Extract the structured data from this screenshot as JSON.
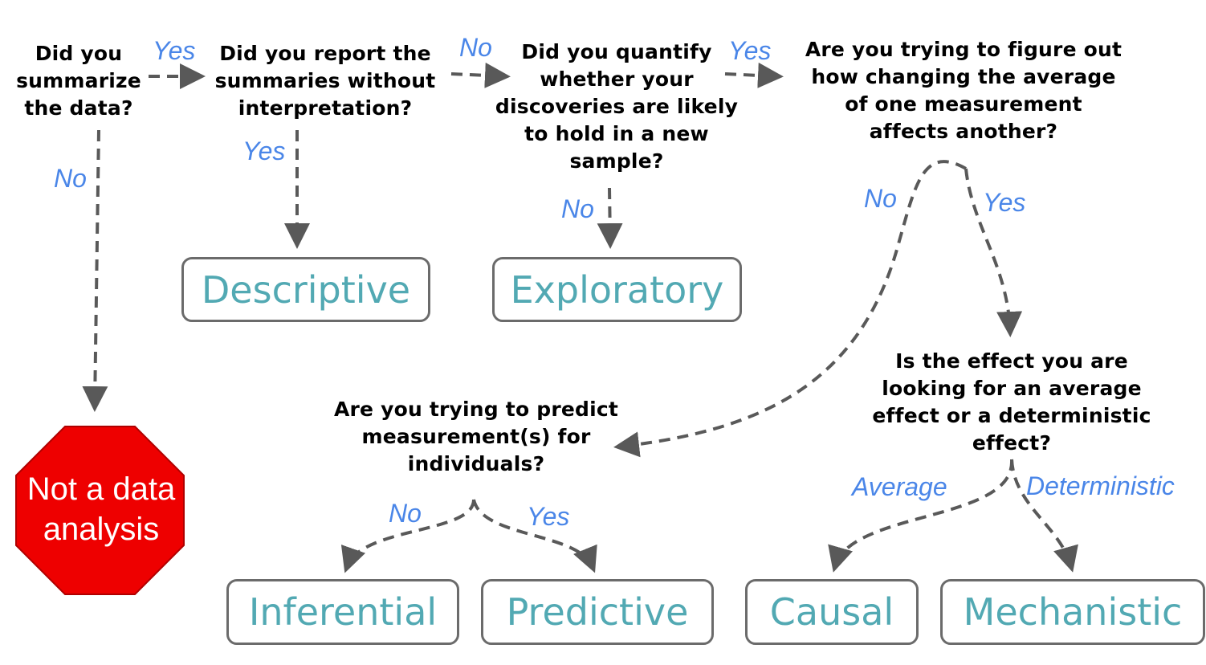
{
  "questions": {
    "q1": "Did you\nsummarize\nthe data?",
    "q2": "Did you report the\nsummaries without\ninterpretation?",
    "q3": "Did you quantify\nwhether your\ndiscoveries are likely\nto hold in a new\nsample?",
    "q4": "Are you trying to figure out\nhow changing the average\nof one measurement\naffects another?",
    "q5": "Is the effect you are\nlooking for an average\neffect or a deterministic\neffect?",
    "q6": "Are you trying to predict\nmeasurement(s) for\nindividuals?"
  },
  "edge_labels": {
    "q1_yes": "Yes",
    "q1_no": "No",
    "q2_yes": "Yes",
    "q2_no": "No",
    "q3_yes": "Yes",
    "q3_no": "No",
    "q4_no": "No",
    "q4_yes": "Yes",
    "q5_average": "Average",
    "q5_deterministic": "Deterministic",
    "q6_no": "No",
    "q6_yes": "Yes"
  },
  "outcomes": {
    "descriptive": "Descriptive",
    "exploratory": "Exploratory",
    "inferential": "Inferential",
    "predictive": "Predictive",
    "causal": "Causal",
    "mechanistic": "Mechanistic",
    "stop": "Not a data\nanalysis"
  },
  "colors": {
    "question_text": "#000000",
    "edge_label": "#4a86e8",
    "outcome_text": "#52a9b3",
    "outcome_border": "#6b6b6b",
    "arrow": "#595959",
    "stop_fill": "#ee0000",
    "stop_border": "#b00000"
  }
}
